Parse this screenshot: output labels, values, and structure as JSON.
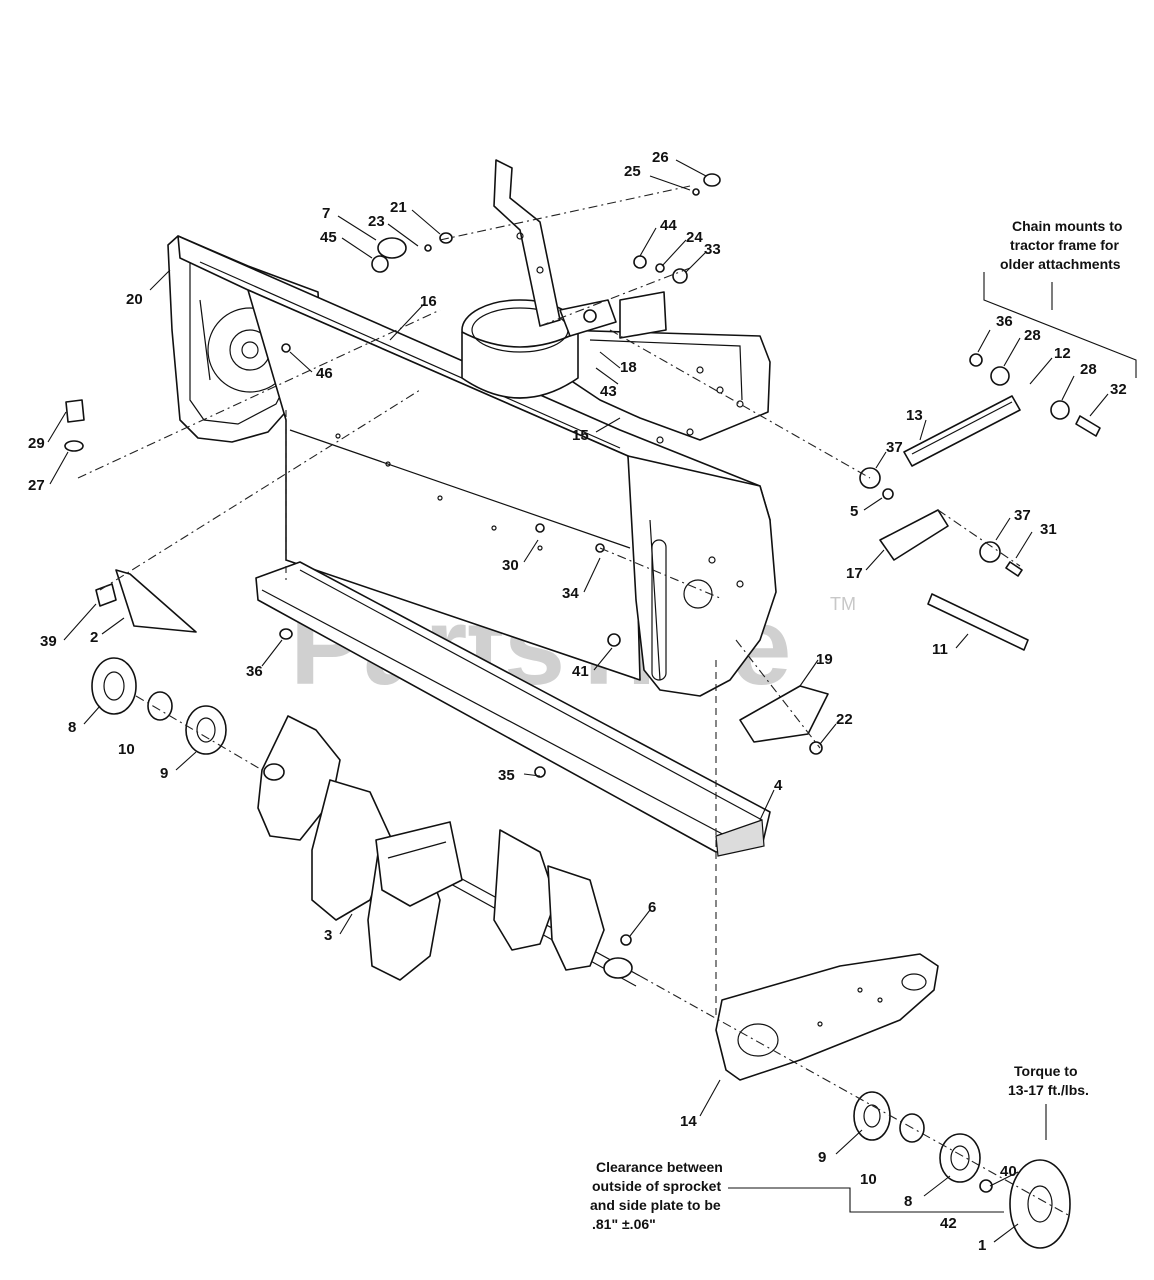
{
  "watermark": {
    "text": "PartsTree",
    "trademark": "TM"
  },
  "notes": {
    "chain_mounts": [
      "Chain mounts to",
      "tractor frame for",
      "older attachments"
    ],
    "torque": [
      "Torque to",
      "13-17 ft./lbs."
    ],
    "clearance": [
      "Clearance between",
      "outside of sprocket",
      "and side plate to be",
      ".81\" ±.06\""
    ]
  },
  "callouts": [
    {
      "id": "c26",
      "text": "26"
    },
    {
      "id": "c25",
      "text": "25"
    },
    {
      "id": "c21",
      "text": "21"
    },
    {
      "id": "c7",
      "text": "7"
    },
    {
      "id": "c23",
      "text": "23"
    },
    {
      "id": "c45",
      "text": "45"
    },
    {
      "id": "c44",
      "text": "44"
    },
    {
      "id": "c24",
      "text": "24"
    },
    {
      "id": "c33",
      "text": "33"
    },
    {
      "id": "c20",
      "text": "20"
    },
    {
      "id": "c16",
      "text": "16"
    },
    {
      "id": "c46",
      "text": "46"
    },
    {
      "id": "c18",
      "text": "18"
    },
    {
      "id": "c43",
      "text": "43"
    },
    {
      "id": "c15",
      "text": "15"
    },
    {
      "id": "c29",
      "text": "29"
    },
    {
      "id": "c27",
      "text": "27"
    },
    {
      "id": "c36a",
      "text": "36"
    },
    {
      "id": "c28a",
      "text": "28"
    },
    {
      "id": "c12",
      "text": "12"
    },
    {
      "id": "c28b",
      "text": "28"
    },
    {
      "id": "c32",
      "text": "32"
    },
    {
      "id": "c13",
      "text": "13"
    },
    {
      "id": "c37a",
      "text": "37"
    },
    {
      "id": "c5",
      "text": "5"
    },
    {
      "id": "c37b",
      "text": "37"
    },
    {
      "id": "c31",
      "text": "31"
    },
    {
      "id": "c17",
      "text": "17"
    },
    {
      "id": "c30",
      "text": "30"
    },
    {
      "id": "c34",
      "text": "34"
    },
    {
      "id": "c39",
      "text": "39"
    },
    {
      "id": "c2",
      "text": "2"
    },
    {
      "id": "c36b",
      "text": "36"
    },
    {
      "id": "c41",
      "text": "41"
    },
    {
      "id": "c11",
      "text": "11"
    },
    {
      "id": "c19",
      "text": "19"
    },
    {
      "id": "c8a",
      "text": "8"
    },
    {
      "id": "c10a",
      "text": "10"
    },
    {
      "id": "c22",
      "text": "22"
    },
    {
      "id": "c9a",
      "text": "9"
    },
    {
      "id": "c4",
      "text": "4"
    },
    {
      "id": "c35",
      "text": "35"
    },
    {
      "id": "c6",
      "text": "6"
    },
    {
      "id": "c3",
      "text": "3"
    },
    {
      "id": "c14",
      "text": "14"
    },
    {
      "id": "c9b",
      "text": "9"
    },
    {
      "id": "c10b",
      "text": "10"
    },
    {
      "id": "c40",
      "text": "40"
    },
    {
      "id": "c8b",
      "text": "8"
    },
    {
      "id": "c42",
      "text": "42"
    },
    {
      "id": "c1",
      "text": "1"
    }
  ]
}
